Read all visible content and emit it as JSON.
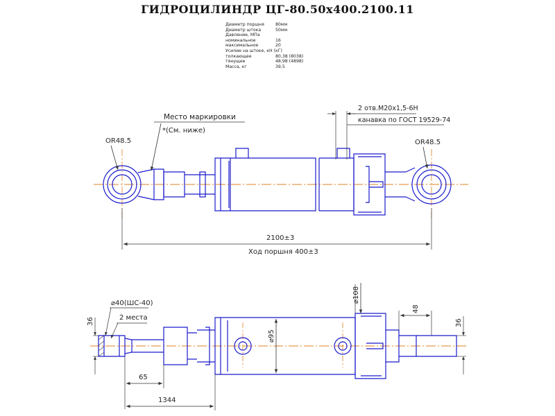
{
  "title": "ГИДРОЦИЛИНДР ЦГ-80.50х400.2100.11",
  "specs": [
    {
      "key": "Диаметр поршня",
      "value": "80мм"
    },
    {
      "key": "Диаметр штока",
      "value": "50мм"
    },
    {
      "key": "Давление, МПа",
      "value": ""
    },
    {
      "key": "номинальное",
      "value": "16"
    },
    {
      "key": "максимальное",
      "value": "20"
    },
    {
      "key": "Усилие на штоке, кН (кГ)",
      "value": ""
    },
    {
      "key": "толкающее",
      "value": "80,38 (8038)"
    },
    {
      "key": "тянущее",
      "value": "48,98 (4898)"
    },
    {
      "key": "Масса, кг",
      "value": "39,5"
    }
  ],
  "top_view": {
    "marking_label": "Место маркировки",
    "marking_note": "*(См. ниже)",
    "port_label": "2 отв.М20х1,5-6Н",
    "groove_label": "канавка по ГОСТ 19529-74",
    "radius_left": "OR48.5",
    "radius_right": "OR48.5",
    "length_dim": "2100±3",
    "stroke_dim": "Ход поршня 400±3"
  },
  "bottom_view": {
    "bore_dim": "⌀40(ШС-40)",
    "places_label": "2 места",
    "width_left": "36",
    "width_right": "36",
    "offset_dim": "48",
    "tube_dim": "⌀95",
    "flange_dim": "⌀108",
    "dim_65": "65",
    "dim_1344": "1344"
  },
  "colors": {
    "outline": "#1a1acc",
    "centerline": "#e08020",
    "dimension": "#333333",
    "text": "#222222"
  }
}
